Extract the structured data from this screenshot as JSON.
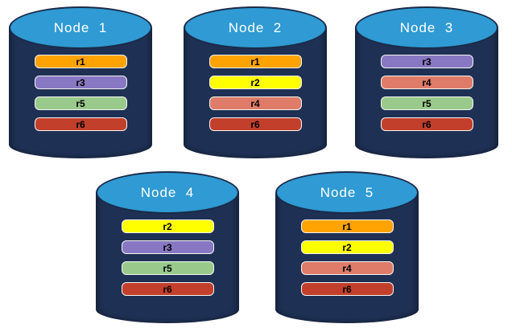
{
  "diagram": {
    "type": "database-replica-distribution",
    "colors": {
      "cylinder_body": "#1E3053",
      "cylinder_top": "#2F9AD3",
      "node_label": "#FFFFFF",
      "replica_label": "#000000",
      "replica_r1": "#FFA303",
      "replica_r2": "#FFFF00",
      "replica_r3": "#8878C3",
      "replica_r4": "#DE7C69",
      "replica_r5": "#99CA8C",
      "replica_r6": "#C2402B"
    },
    "nodes": [
      {
        "label": "Node  1",
        "replicas": [
          {
            "label": "r1",
            "color": "#FFA303"
          },
          {
            "label": "r3",
            "color": "#8878C3"
          },
          {
            "label": "r5",
            "color": "#99CA8C"
          },
          {
            "label": "r6",
            "color": "#C2402B"
          }
        ]
      },
      {
        "label": "Node  2",
        "replicas": [
          {
            "label": "r1",
            "color": "#FFA303"
          },
          {
            "label": "r2",
            "color": "#FFFF00"
          },
          {
            "label": "r4",
            "color": "#DE7C69"
          },
          {
            "label": "r6",
            "color": "#C2402B"
          }
        ]
      },
      {
        "label": "Node  3",
        "replicas": [
          {
            "label": "r3",
            "color": "#8878C3"
          },
          {
            "label": "r4",
            "color": "#DE7C69"
          },
          {
            "label": "r5",
            "color": "#99CA8C"
          },
          {
            "label": "r6",
            "color": "#C2402B"
          }
        ]
      },
      {
        "label": "Node  4",
        "replicas": [
          {
            "label": "r2",
            "color": "#FFFF00"
          },
          {
            "label": "r3",
            "color": "#8878C3"
          },
          {
            "label": "r5",
            "color": "#99CA8C"
          },
          {
            "label": "r6",
            "color": "#C2402B"
          }
        ]
      },
      {
        "label": "Node  5",
        "replicas": [
          {
            "label": "r1",
            "color": "#FFA303"
          },
          {
            "label": "r2",
            "color": "#FFFF00"
          },
          {
            "label": "r4",
            "color": "#DE7C69"
          },
          {
            "label": "r6",
            "color": "#C2402B"
          }
        ]
      }
    ]
  }
}
